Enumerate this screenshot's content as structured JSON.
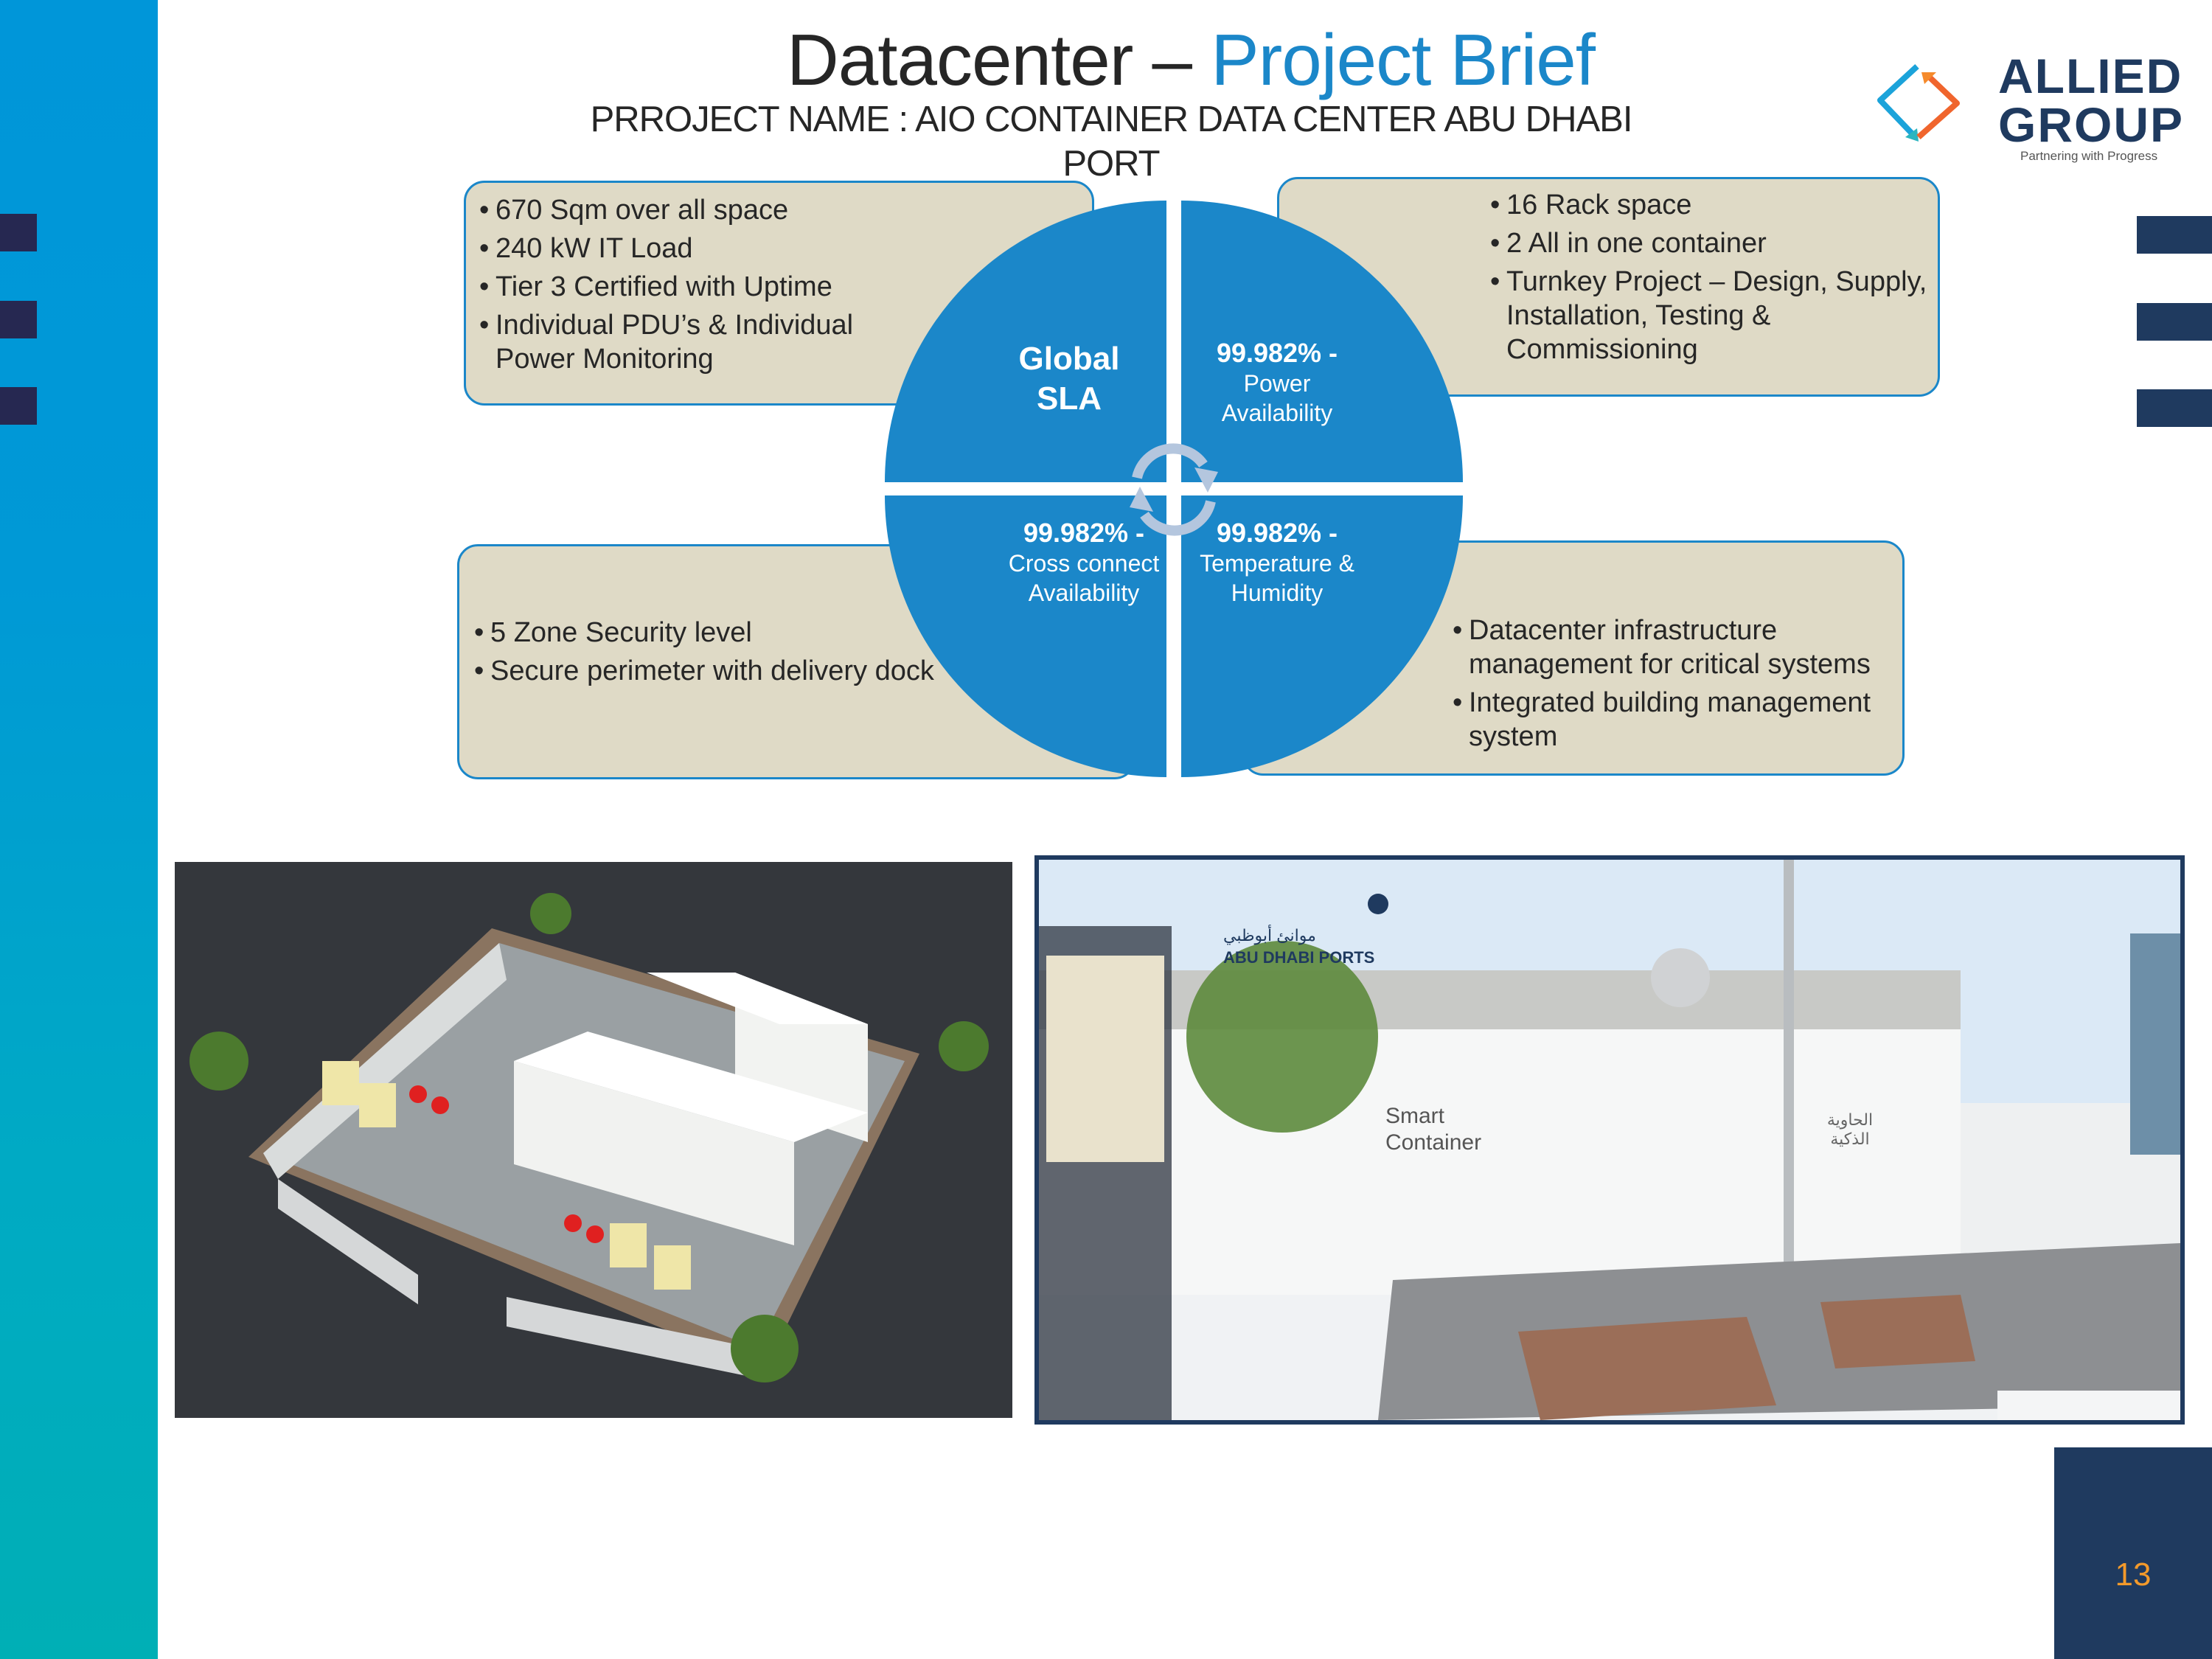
{
  "slide": {
    "title_dark": "Datacenter – ",
    "title_accent": "Project Brief",
    "subtitle": "PRROJECT NAME : AIO CONTAINER DATA CENTER ABU DHABI PORT",
    "page_number": "13"
  },
  "logo": {
    "line1": "ALLIED",
    "line2": "GROUP",
    "tagline": "Partnering with Progress",
    "icon": "allied-arrows-icon"
  },
  "boxes": {
    "top_left": [
      "670 Sqm over all space",
      "240 kW IT Load",
      "Tier 3 Certified with Uptime",
      "Individual PDU’s & Individual Power Monitoring"
    ],
    "top_right": [
      "16 Rack space",
      "2 All in one container",
      "Turnkey Project – Design, Supply, Installation, Testing & Commissioning"
    ],
    "bottom_left": [
      "5 Zone Security level",
      "Secure perimeter with delivery dock"
    ],
    "bottom_right": [
      "Datacenter infrastructure management for critical systems",
      "Integrated building management system"
    ]
  },
  "sla_circle": {
    "center_line1": "Global",
    "center_line2": "SLA",
    "power": {
      "value": "99.982% -",
      "line1": "Power",
      "line2": "Availability"
    },
    "cross_connect": {
      "value": "99.982% -",
      "line1": "Cross connect",
      "line2": "Availability"
    },
    "temperature": {
      "value": "99.982% -",
      "line1": "Temperature &",
      "line2": "Humidity"
    },
    "cycle_icon": "cycle-arrows-icon"
  },
  "photos": {
    "left": {
      "description": "3D render of fenced container data center site"
    },
    "right": {
      "brand_text": "ABU DHABI PORTS",
      "arabic_brand": "موانئ أبوظبي",
      "container_text": "Smart Container",
      "arabic_container": "الحاوية الذكية"
    }
  },
  "colors": {
    "accent_blue": "#1B87C9",
    "navy": "#1F3A5F",
    "box_fill": "#DFDAC6",
    "page_number": "#F39A2B",
    "sidebar_top": "#0096D9",
    "sidebar_bottom": "#00AFB5"
  }
}
